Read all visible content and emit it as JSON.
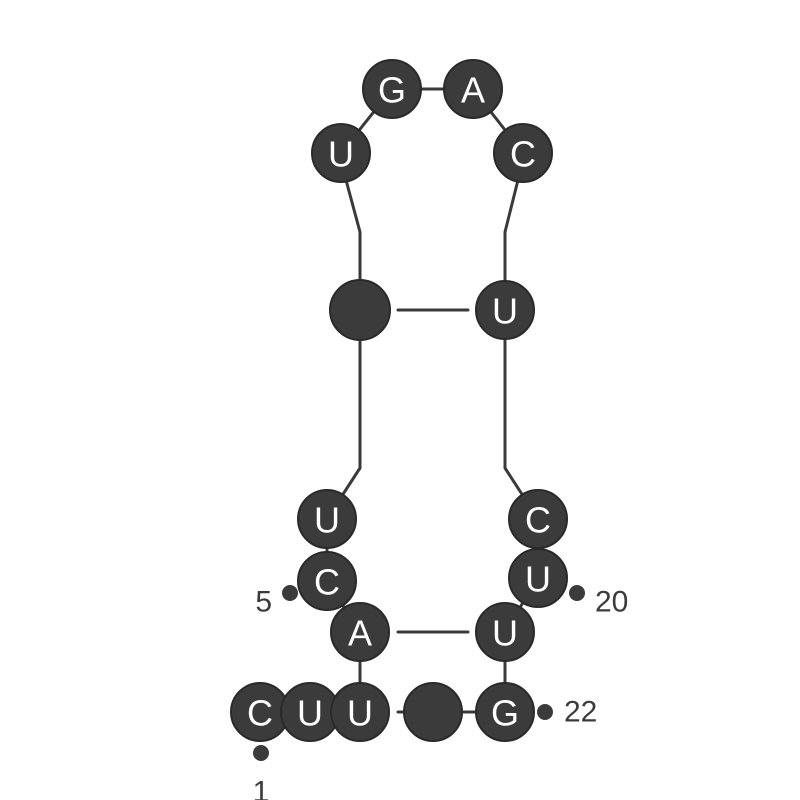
{
  "structure": {
    "nucleotides": [
      "C",
      "U",
      "U",
      "A",
      "C",
      "U",
      "",
      "U",
      "G",
      "A",
      "C",
      "U",
      "",
      "C",
      "U",
      "U",
      "G",
      ""
    ],
    "number_labels": [
      "1",
      "5",
      "20",
      "22"
    ]
  },
  "colors": {
    "nucleotide_fill": "#3b3b3b",
    "bond_line": "#3a3a3a",
    "letter": "#ffffff",
    "background": "#ffffff"
  }
}
